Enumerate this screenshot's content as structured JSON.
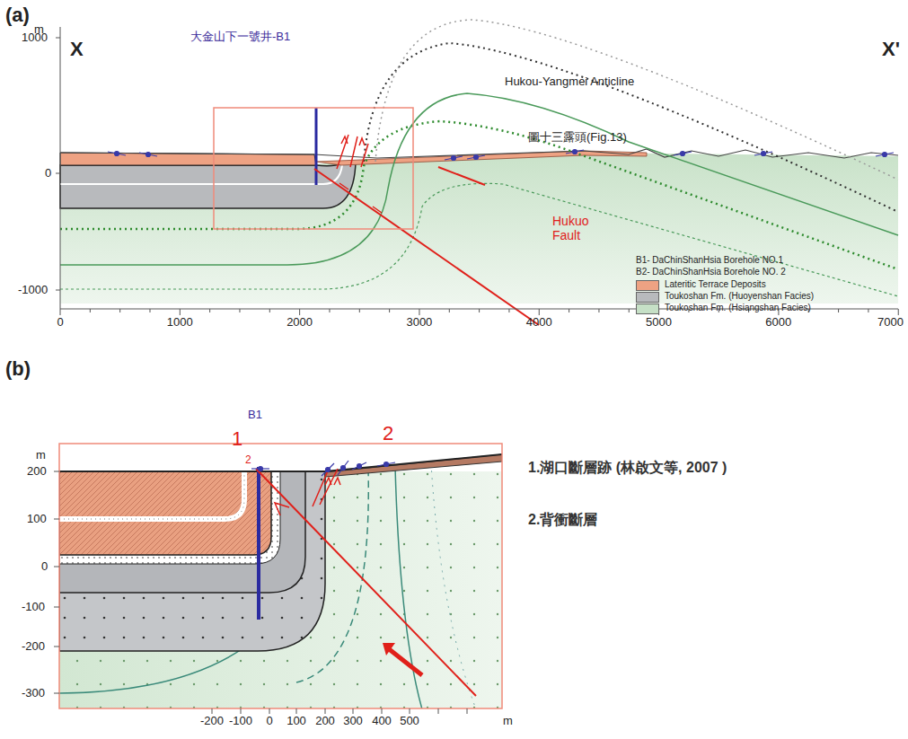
{
  "diagram": {
    "labels": [
      "(a)",
      "m",
      "1000",
      "0",
      "-1000",
      "X",
      "X'",
      "大金山下一號井-B1",
      "Hukou-Yangmei Anticline",
      "圖十三露頭(Fig.13)",
      "Hukuo Fault",
      "B1- DaChinShanHsia Borehole NO.1",
      "B2- DaChinShanHsia Borehole NO. 2",
      "0",
      "1000",
      "2000",
      "3000",
      "4000",
      "5000",
      "6000",
      "7000",
      "(b)",
      "m",
      "200",
      "100",
      "0",
      "-100",
      "-200",
      "-300",
      "B1",
      "1",
      "2",
      "2",
      "-200",
      "-100",
      "0",
      "100",
      "200",
      "300",
      "400",
      "500",
      "m",
      "1.湖口斷層跡 (林啟文等, 2007 )",
      "2.背衝斷層"
    ],
    "legend": [
      {
        "text": "Lateritic Terrace Deposits",
        "color": "#eea283"
      },
      {
        "text": "Toukoshan Fm. (Huoyenshan Facies)",
        "color": "#b8babd"
      },
      {
        "text": "Toukoshan Fm. (Hsiangshan Facies)",
        "color": "#c6e0c6"
      }
    ]
  }
}
